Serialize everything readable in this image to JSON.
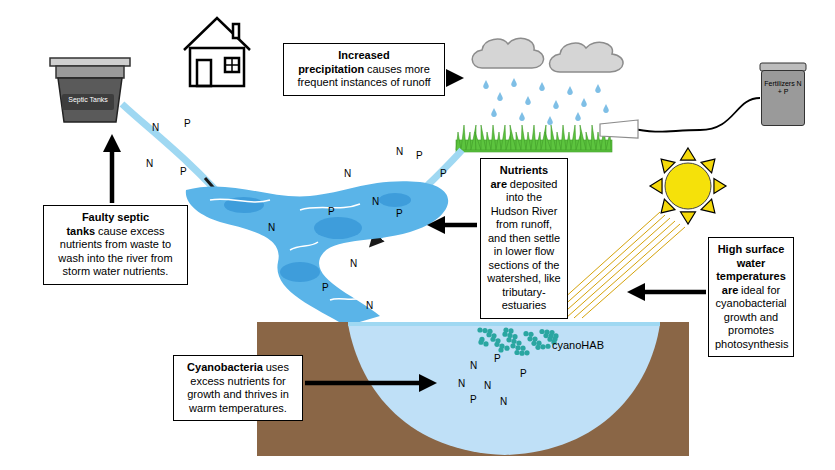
{
  "diagram": {
    "nodes": [
      {
        "text": [
          "Septic Tanks"
        ]
      },
      {
        "text": [
          "Increased precipitation",
          "causes more frequent instances of runoff"
        ]
      },
      {
        "text": [
          "Fertilizers N + P"
        ]
      },
      {
        "text": [
          "Faulty septic tanks",
          "cause excess nutrients from waste to wash into the river from storm water nutrients."
        ]
      },
      {
        "text": [
          "Nutrients are",
          "deposited into the Hudson River from runoff, and then settle in lower flow sections of the watershed, like tributary-estuaries"
        ]
      },
      {
        "text": [
          "High surface water temperatures are",
          "ideal for cyanobacterial growth and promotes photosynthesis"
        ]
      },
      {
        "text": [
          "Cyanobacteria",
          "uses excess nutrients for growth and thrives in warm temperatures."
        ]
      }
    ],
    "labels": [
      "cyanoHAB",
      "N",
      "P",
      "N",
      "P",
      "N",
      "P",
      "N",
      "P",
      "N",
      "P",
      "P",
      "N",
      "N",
      "P",
      "N",
      "N",
      "P",
      "N",
      "N",
      "P",
      "N",
      "P"
    ]
  }
}
